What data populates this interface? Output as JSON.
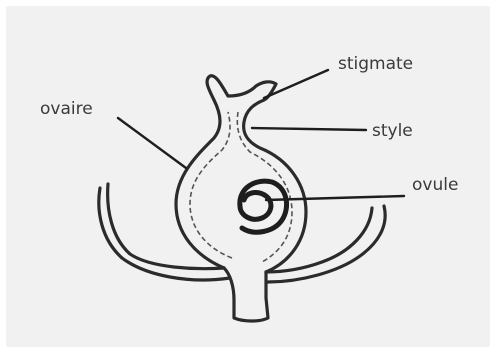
{
  "diagram": {
    "labels": {
      "stigmate": "stigmate",
      "ovaire": "ovaire",
      "style": "style",
      "ovule": "ovule"
    },
    "colors": {
      "background": "#f1f1f1",
      "ink": "#2b2b2b",
      "text": "#3a3a3a"
    }
  }
}
